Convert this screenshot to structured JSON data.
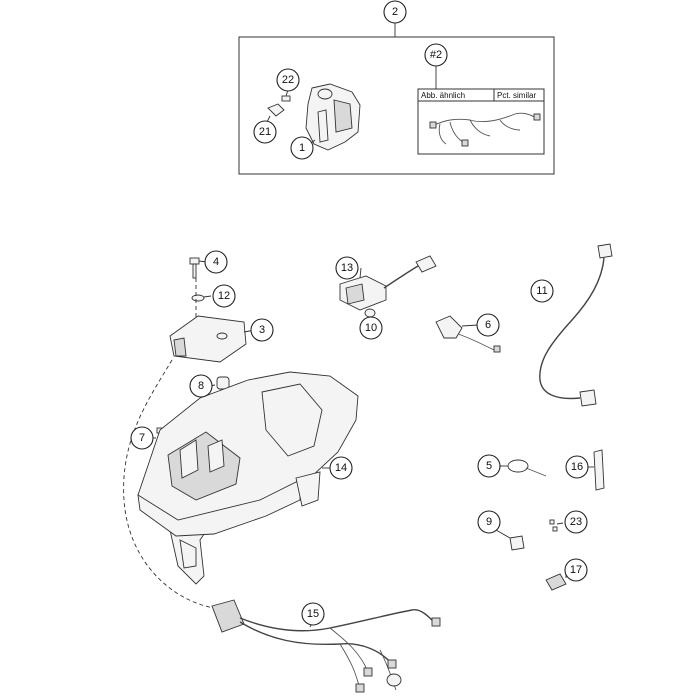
{
  "callouts": {
    "c1": "1",
    "c2": "2",
    "c3": "3",
    "c4": "4",
    "c5": "5",
    "c6": "6",
    "c7": "7",
    "c8": "8",
    "c9": "9",
    "c10": "10",
    "c11": "11",
    "c12": "12",
    "c13": "13",
    "c14": "14",
    "c15": "15",
    "c16": "16",
    "c17": "17",
    "c21": "21",
    "c22": "22",
    "c23": "23",
    "c_sub2": "#2"
  },
  "inset": {
    "label_left": "Abb. ähnlich",
    "label_right": "Pct. similar"
  }
}
